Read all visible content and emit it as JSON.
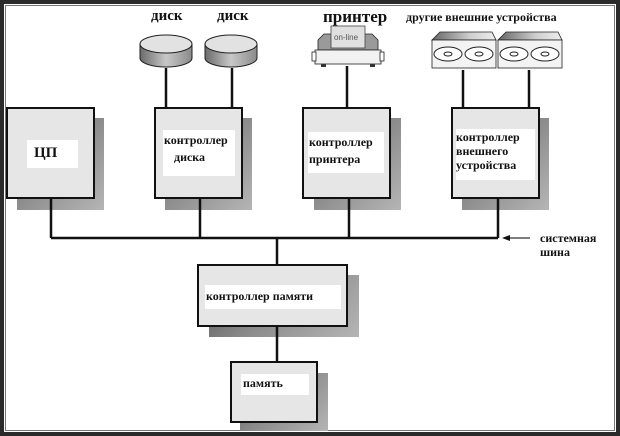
{
  "devices": {
    "disk1_label": "диск",
    "disk2_label": "диск",
    "printer_label": "принтер",
    "printer_screen": "on-line",
    "other_label": "другие внешние устройства"
  },
  "blocks": {
    "cpu": "ЦП",
    "disk_controller": [
      "контроллер",
      "диска"
    ],
    "printer_controller": [
      "контроллер",
      "принтера"
    ],
    "external_controller": [
      "контроллер",
      "внешнего",
      "устройства"
    ],
    "memory_controller": "контроллер памяти",
    "memory": "память"
  },
  "bus": {
    "label_line1": "системная",
    "label_line2": "шина"
  }
}
